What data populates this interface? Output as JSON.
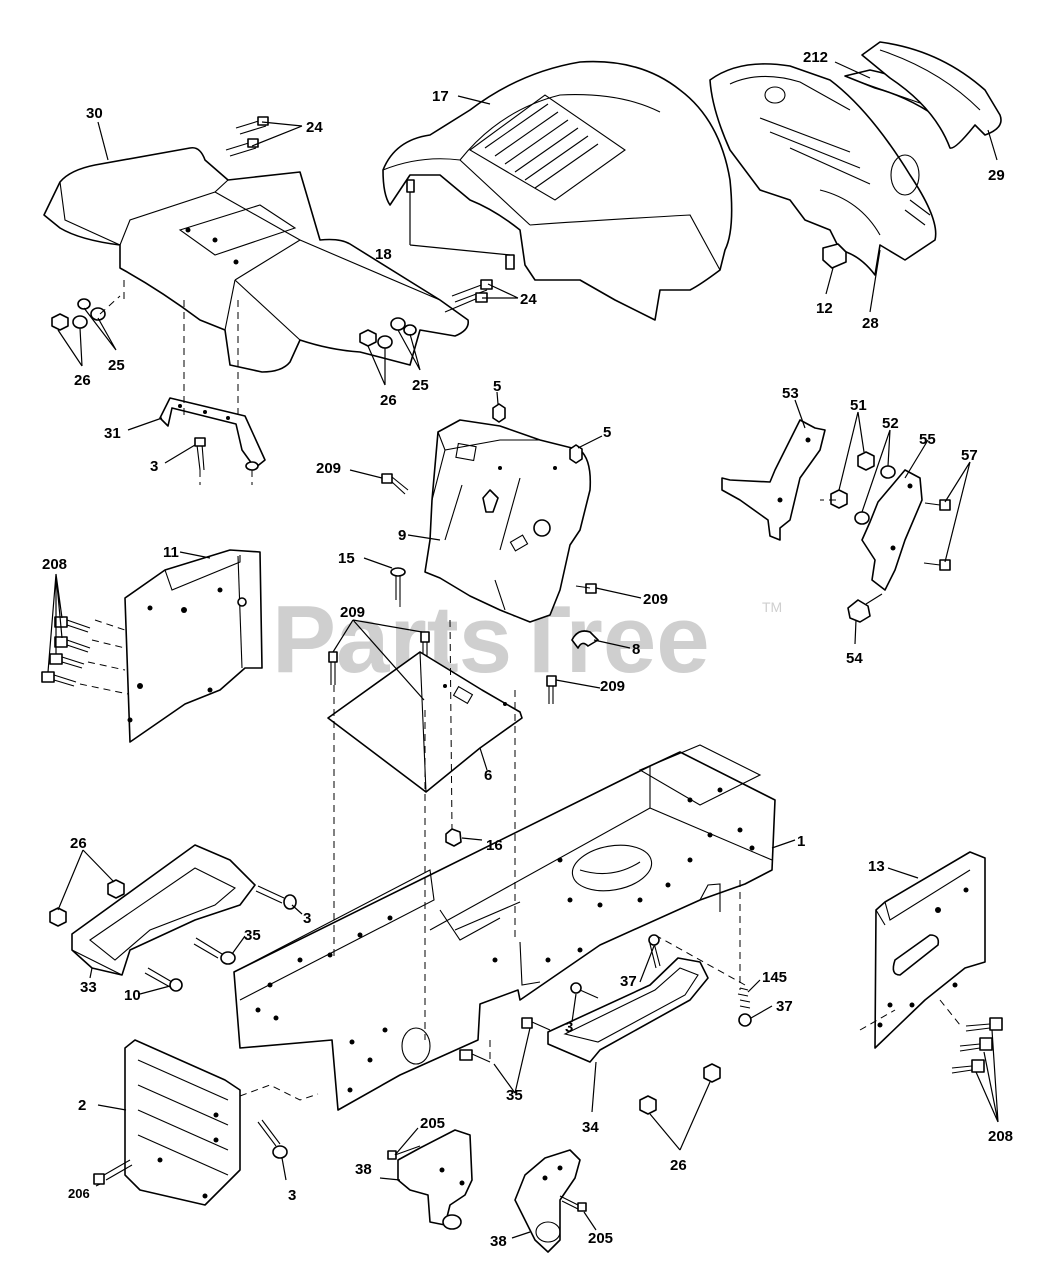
{
  "watermark": {
    "text": "PartsTree",
    "mark": "TM",
    "color": "#cfcfcf"
  },
  "callouts": [
    {
      "id": "c-30",
      "label": "30"
    },
    {
      "id": "c-24a",
      "label": "24"
    },
    {
      "id": "c-17",
      "label": "17"
    },
    {
      "id": "c-212",
      "label": "212"
    },
    {
      "id": "c-29",
      "label": "29"
    },
    {
      "id": "c-18",
      "label": "18"
    },
    {
      "id": "c-24b",
      "label": "24"
    },
    {
      "id": "c-12",
      "label": "12"
    },
    {
      "id": "c-28",
      "label": "28"
    },
    {
      "id": "c-26a",
      "label": "26"
    },
    {
      "id": "c-25a",
      "label": "25"
    },
    {
      "id": "c-26b",
      "label": "26"
    },
    {
      "id": "c-25b",
      "label": "25"
    },
    {
      "id": "c-5a",
      "label": "5"
    },
    {
      "id": "c-5b",
      "label": "5"
    },
    {
      "id": "c-53",
      "label": "53"
    },
    {
      "id": "c-51",
      "label": "51"
    },
    {
      "id": "c-52",
      "label": "52"
    },
    {
      "id": "c-55",
      "label": "55"
    },
    {
      "id": "c-57",
      "label": "57"
    },
    {
      "id": "c-31",
      "label": "31"
    },
    {
      "id": "c-3a",
      "label": "3"
    },
    {
      "id": "c-209a",
      "label": "209"
    },
    {
      "id": "c-9",
      "label": "9"
    },
    {
      "id": "c-15",
      "label": "15"
    },
    {
      "id": "c-208a",
      "label": "208"
    },
    {
      "id": "c-11",
      "label": "11"
    },
    {
      "id": "c-209b",
      "label": "209"
    },
    {
      "id": "c-209c",
      "label": "209"
    },
    {
      "id": "c-8",
      "label": "8"
    },
    {
      "id": "c-209d",
      "label": "209"
    },
    {
      "id": "c-54",
      "label": "54"
    },
    {
      "id": "c-6",
      "label": "6"
    },
    {
      "id": "c-16",
      "label": "16"
    },
    {
      "id": "c-1",
      "label": "1"
    },
    {
      "id": "c-26c",
      "label": "26"
    },
    {
      "id": "c-13",
      "label": "13"
    },
    {
      "id": "c-3b",
      "label": "3"
    },
    {
      "id": "c-35a",
      "label": "35"
    },
    {
      "id": "c-33",
      "label": "33"
    },
    {
      "id": "c-10",
      "label": "10"
    },
    {
      "id": "c-37a",
      "label": "37"
    },
    {
      "id": "c-145",
      "label": "145"
    },
    {
      "id": "c-37b",
      "label": "37"
    },
    {
      "id": "c-3c",
      "label": "3"
    },
    {
      "id": "c-2",
      "label": "2"
    },
    {
      "id": "c-35b",
      "label": "35"
    },
    {
      "id": "c-34",
      "label": "34"
    },
    {
      "id": "c-208b",
      "label": "208"
    },
    {
      "id": "c-205a",
      "label": "205"
    },
    {
      "id": "c-26d",
      "label": "26"
    },
    {
      "id": "c-206",
      "label": "206"
    },
    {
      "id": "c-3d",
      "label": "3"
    },
    {
      "id": "c-38a",
      "label": "38"
    },
    {
      "id": "c-205b",
      "label": "205"
    },
    {
      "id": "c-38b",
      "label": "38"
    }
  ]
}
